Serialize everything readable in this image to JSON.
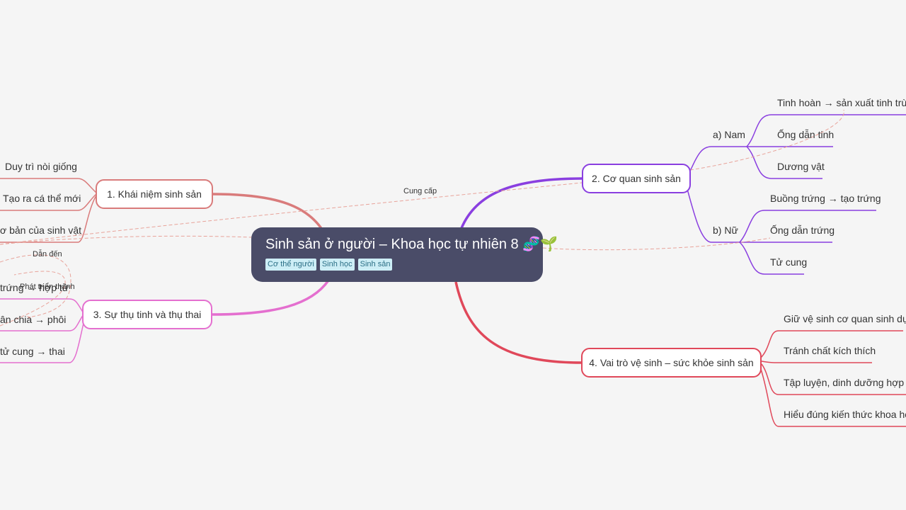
{
  "central": {
    "title": "Sinh sản ở người – Khoa học tự nhiên 8 🧬🌱",
    "tags": [
      "Cơ thể người",
      "Sinh học",
      "Sinh sản"
    ]
  },
  "branches": {
    "b1": {
      "label": "1. Khái niệm sinh sản",
      "color": "#d97b7b",
      "items": [
        "Duy trì nòi giống",
        "Tạo ra cá thể mới",
        "ơ bản của sinh vật"
      ]
    },
    "b2": {
      "label": "2. Cơ quan sinh sản",
      "color": "#8a3fe0",
      "male": {
        "label": "a) Nam",
        "items": [
          "Tinh hoàn → sản xuất tinh trùn",
          "Ống dẫn tinh",
          "Dương vật"
        ]
      },
      "female": {
        "label": "b) Nữ",
        "items": [
          "Buồng trứng → tạo trứng",
          "Ống dẫn trứng",
          "Tử cung"
        ]
      }
    },
    "b3": {
      "label": "3. Sự thụ tinh và thụ thai",
      "color": "#e46fcf",
      "items": [
        "trứng → hợp tử",
        "ân chia → phôi",
        "tử cung → thai"
      ]
    },
    "b4": {
      "label": "4. Vai trò vệ sinh – sức khỏe sinh sản",
      "color": "#e0485a",
      "items": [
        "Giữ vệ sinh cơ quan sinh dục",
        "Tránh chất kích thích",
        "Tập luyện, dinh dưỡng hợp lý",
        "Hiểu đúng kiến thức khoa họ"
      ]
    }
  },
  "relationships": [
    "Cung cấp",
    "Dẫn đến",
    "Phát triển thành"
  ],
  "colors": {
    "background": "#f5f5f5",
    "central_fill": "#4a4c68",
    "tag_fill": "#cdeef6",
    "relationship_line": "#e8a39a"
  }
}
